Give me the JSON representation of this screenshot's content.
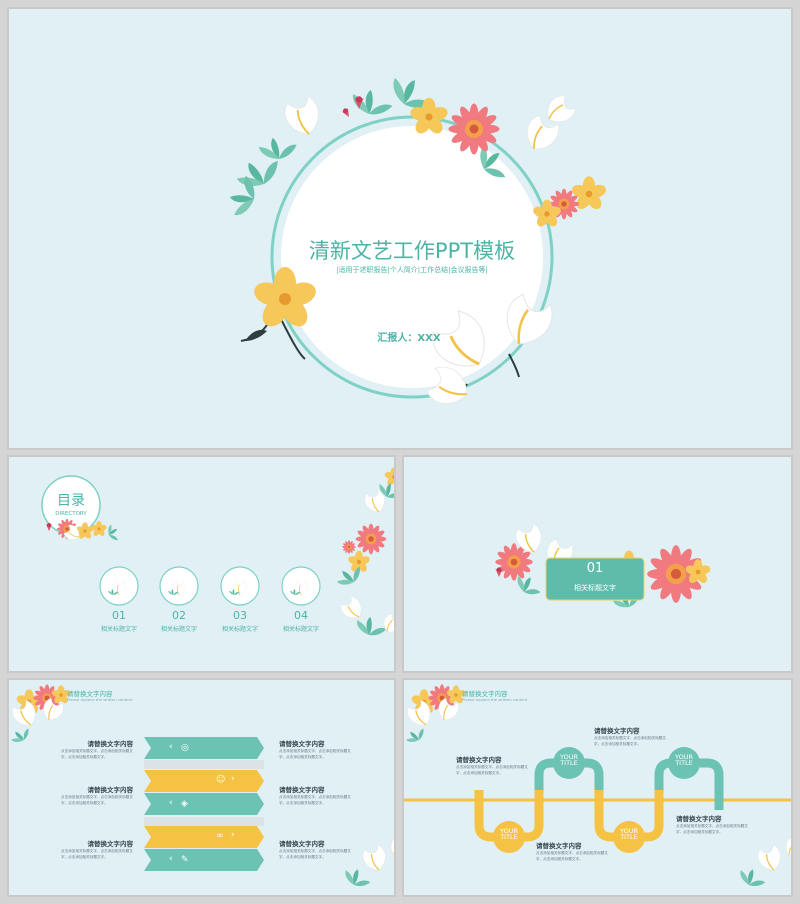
{
  "colors": {
    "teal": "#4bb4a5",
    "yellow": "#f6c244",
    "bg": "#e0f0f5",
    "pink": "#ec6d74"
  },
  "cover": {
    "title": "清新文艺工作PPT模板",
    "subtitle": "|适用于述职报告|个人简介|工作总结|会议报告等|",
    "reporter": "汇报人：XXX"
  },
  "toc": {
    "title": "目录",
    "title_en": "DIRECTORY",
    "items": [
      {
        "num": "01",
        "label": "相关标题文字"
      },
      {
        "num": "02",
        "label": "相关标题文字"
      },
      {
        "num": "03",
        "label": "相关标题文字"
      },
      {
        "num": "04",
        "label": "相关标题文字"
      }
    ]
  },
  "section": {
    "num": "01",
    "label": "相关标题文字"
  },
  "slide4": {
    "title": "请替换文字内容",
    "subtitle": "Please replace the written content",
    "blocks": [
      {
        "heading": "请替换文字内容",
        "body": "点击添加相关标题文字，点击添加相关标题文字，点击添加相关标题文字。"
      },
      {
        "heading": "请替换文字内容",
        "body": "点击添加相关标题文字，点击添加相关标题文字，点击添加相关标题文字。"
      },
      {
        "heading": "请替换文字内容",
        "body": "点击添加相关标题文字，点击添加相关标题文字，点击添加相关标题文字。"
      },
      {
        "heading": "请替换文字内容",
        "body": "点击添加相关标题文字，点击添加相关标题文字，点击添加相关标题文字。"
      },
      {
        "heading": "请替换文字内容",
        "body": "点击添加相关标题文字，点击添加相关标题文字，点击添加相关标题文字。"
      },
      {
        "heading": "请替换文字内容",
        "body": "点击添加相关标题文字，点击添加相关标题文字，点击添加相关标题文字。"
      }
    ],
    "icons": [
      "globe-icon",
      "smiley-icon",
      "chart-icon",
      "link-icon",
      "pen-icon"
    ]
  },
  "slide5": {
    "title": "请替换文字内容",
    "subtitle": "Please replace the written content",
    "node_label": "YOUR TITLE",
    "blocks": [
      {
        "heading": "请替换文字内容",
        "body": "点击添加相关标题文字，点击添加相关标题文字，点击添加相关标题文字。"
      },
      {
        "heading": "请替换文字内容",
        "body": "点击添加相关标题文字，点击添加相关标题文字，点击添加相关标题文字。"
      },
      {
        "heading": "请替换文字内容",
        "body": "点击添加相关标题文字，点击添加相关标题文字，点击添加相关标题文字。"
      },
      {
        "heading": "请替换文字内容",
        "body": "点击添加相关标题文字，点击添加相关标题文字，点击添加相关标题文字。"
      }
    ]
  }
}
